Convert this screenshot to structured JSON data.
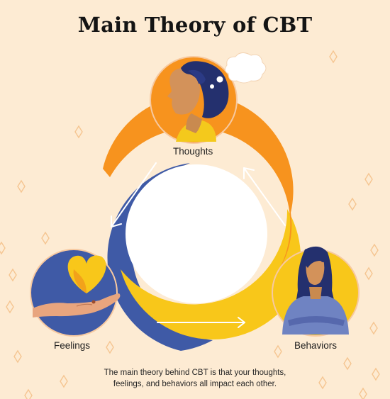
{
  "title": "Main Theory of CBT",
  "nodes": {
    "thoughts": "Thoughts",
    "feelings": "Feelings",
    "behaviors": "Behaviors"
  },
  "caption": {
    "line1": "The main theory behind CBT is that your thoughts,",
    "line2": "feelings, and behaviors all impact each other."
  },
  "colors": {
    "background": "#fdebd3",
    "orange": "#f7931e",
    "blue": "#3f5aa6",
    "yellow": "#f8c71a",
    "outline": "#f7c9a0"
  },
  "icons": [
    "thinking-woman-icon",
    "thought-cloud-icon",
    "heart-in-hand-icon",
    "woman-arms-crossed-icon",
    "arrow-icon"
  ]
}
